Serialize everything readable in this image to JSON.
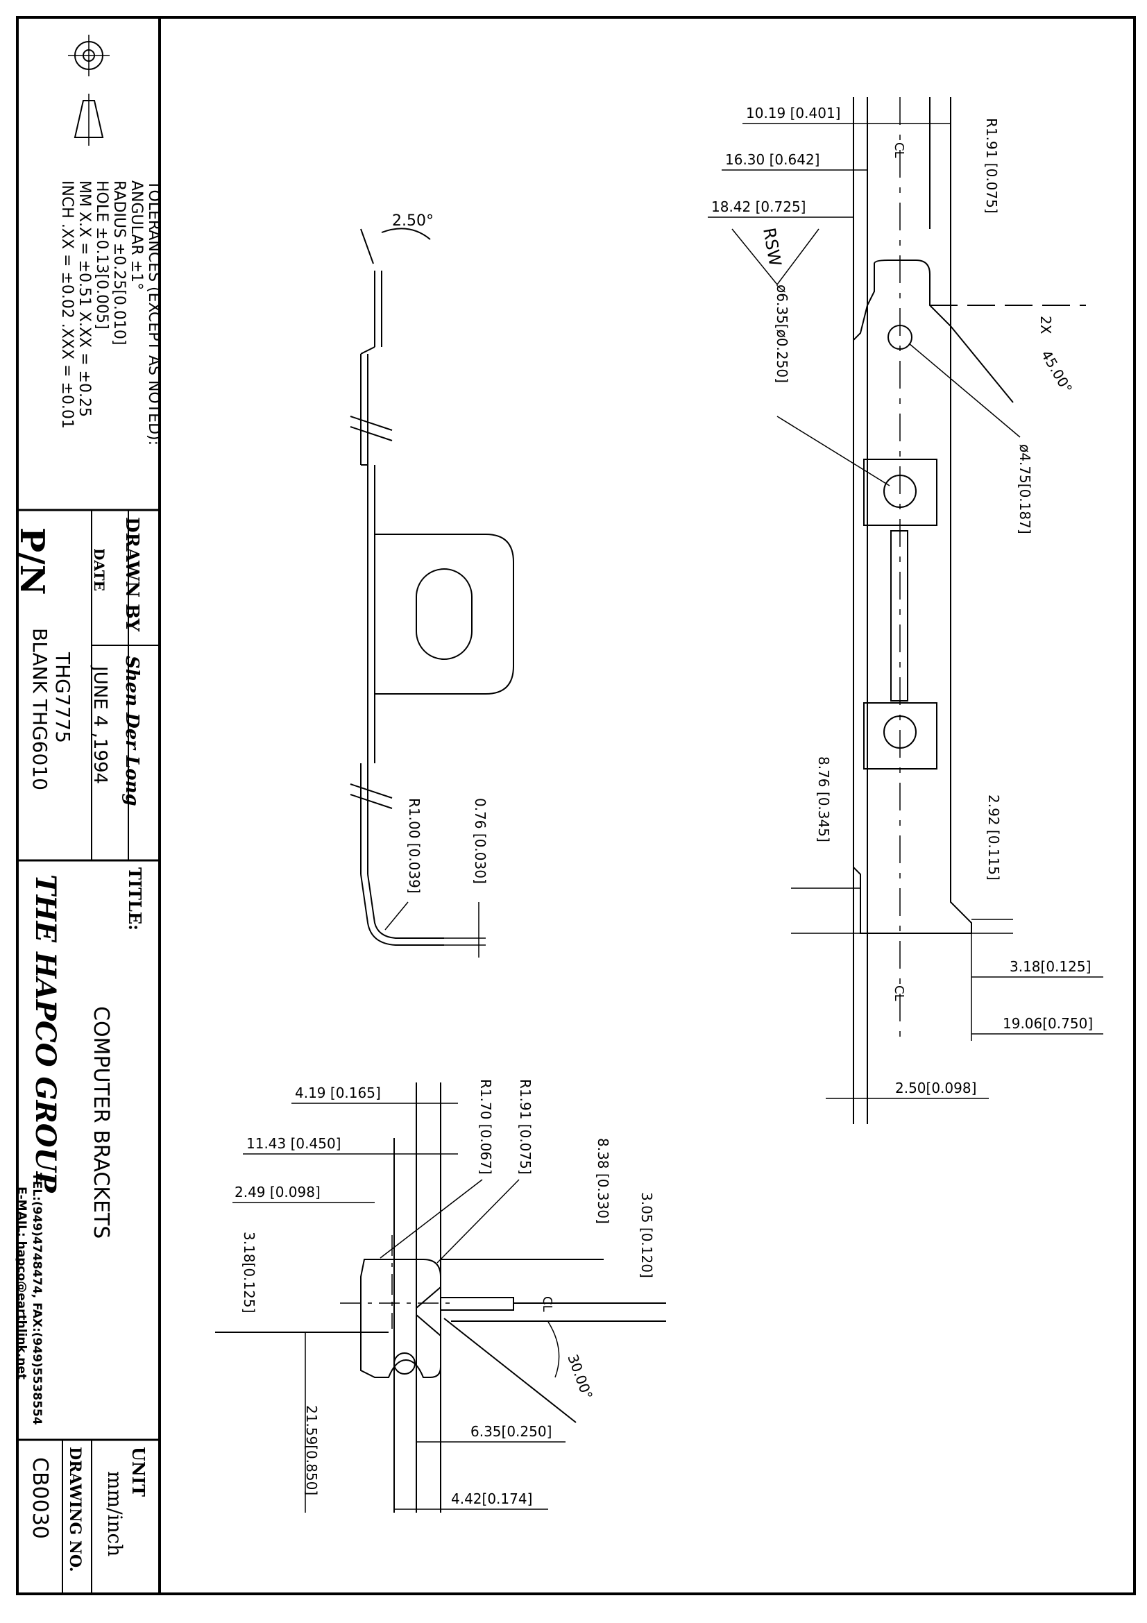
{
  "title_block": {
    "tolerances": {
      "header": "TOLERANCES (EXCEPT AS NOTED):",
      "angular": "ANGULAR ±1°",
      "radius": "RADIUS ±0.25[0.010]",
      "hole": "HOLE ±0.13[0.005]",
      "mm": "MM X.X = ±0.51 X.XX = ±0.25",
      "inch": "INCH .XX = ±0.02 .XXX = ±0.01"
    },
    "drawn_by_label": "DRAWN BY",
    "drawn_by_value": "Shen Der Long",
    "date_label": "DATE",
    "date_value": "JUNE 4 ,1994",
    "pn_label": "P/N",
    "pn_value": "THG7775",
    "pn_blank": "BLANK THG6010",
    "title_label": "TITLE:",
    "title_value": "COMPUTER BRACKETS",
    "company": "THE HAPCO GROUP",
    "contact_tel": "TEL:(949)4748474, FAX:(949)5538554",
    "contact_email": "E-MAIL: hapco@earthlink.net",
    "unit_label": "UNIT",
    "unit_value": "mm/inch",
    "drawing_no_label": "DRAWING NO.",
    "drawing_no_value": "CB0030"
  },
  "dimensions": {
    "side_angle": "2.50°",
    "side_radius": "R1.00 [0.039]",
    "side_thickness": "0.76 [0.030]",
    "top_d1": "10.19 [0.401]",
    "top_d2": "16.30 [0.642]",
    "top_d3": "18.42 [0.725]",
    "top_r": "R1.91 [0.075]",
    "top_rsw": "RSW",
    "top_hole1": "ø6.35[ø0.250]",
    "top_hole2": "ø4.75[0.187]",
    "top_chamfer_count": "2X",
    "top_chamfer_angle": "45.00°",
    "top_d4": "8.76 [0.345]",
    "top_d5": "2.92 [0.115]",
    "top_d6": "3.18[0.125]",
    "top_d7": "19.06[0.750]",
    "top_d8": "2.50[0.098]",
    "centerline": "CL",
    "bot_d1": "4.19 [0.165]",
    "bot_d2": "11.43 [0.450]",
    "bot_d3": "2.49 [0.098]",
    "bot_d4": "3.18[0.125]",
    "bot_r1": "R1.70 [0.067]",
    "bot_r2": "R1.91 [0.075]",
    "bot_d5": "8.38 [0.330]",
    "bot_d6": "3.05 [0.120]",
    "bot_angle": "30.00°",
    "bot_d7": "6.35[0.250]",
    "bot_d8": "21.59[0.850]",
    "bot_d9": "4.42[0.174]"
  }
}
